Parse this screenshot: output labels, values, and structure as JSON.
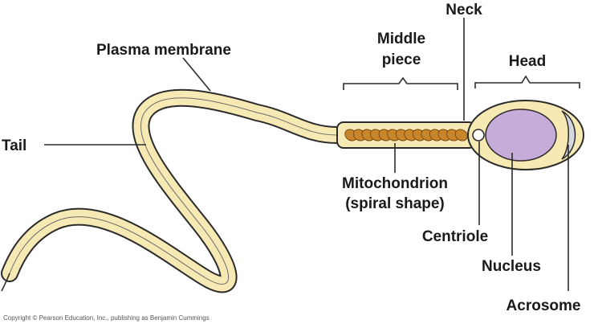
{
  "colors": {
    "cell_fill": "#f7e9b4",
    "cell_outline": "#2b2b2b",
    "mitochondrion": "#c8862a",
    "nucleus": "#c6acd9",
    "acrosome": "#d5d8de",
    "text": "#1a1a1a"
  },
  "labels": {
    "plasma_membrane": "Plasma membrane",
    "tail": "Tail",
    "middle_piece_line1": "Middle",
    "middle_piece_line2": "piece",
    "neck": "Neck",
    "head": "Head",
    "mitochondrion_line1": "Mitochondrion",
    "mitochondrion_line2": "(spiral shape)",
    "centriole": "Centriole",
    "nucleus": "Nucleus",
    "acrosome": "Acrosome"
  },
  "footer": {
    "copyright": "Copyright © Pearson Education, Inc., publishing as Benjamin Cummings"
  }
}
